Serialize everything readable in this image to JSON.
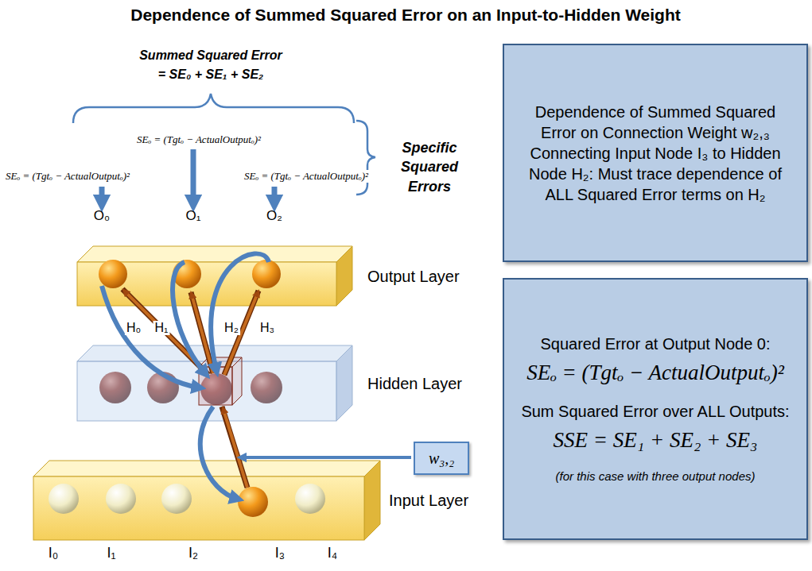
{
  "diagram": {
    "title": "Dependence of Summed Squared Error on an Input-to-Hidden Weight",
    "nodes": [
      {
        "text": [
          "Dependence of Summed Squared Error on Connection Weight w₂,₃ Connecting Input Node I₃ to Hidden Node H₂: Must trace dependence of ALL Squared Error terms on H₂"
        ]
      },
      {
        "text": [
          "Squared Error at Output Node 0:",
          "SEₒ = (Tgtₒ − ActualOutputₒ)²",
          "Sum Squared Error over ALL Outputs:",
          "SSE = SE₁ + SE₂ + SE₃",
          "(for this case with three output nodes)"
        ]
      },
      {
        "text": [
          "w₃,₂"
        ]
      },
      {
        "text": [
          "Output Layer"
        ]
      },
      {
        "text": [
          "Hidden Layer"
        ]
      },
      {
        "text": [
          "Input Layer"
        ]
      }
    ],
    "labels": [
      "Summed Squared Error",
      "= SE₀ + SE₁ + SE₂",
      "SEₒ = (Tgtₒ − ActualOutputₒ)²",
      "SEₒ = (Tgtₒ − ActualOutputₒ)²",
      "SEₒ = (Tgtₒ − ActualOutputₒ)²",
      "O₀",
      "O₁",
      "O₂",
      "Specific Squared Errors",
      "H₀",
      "H₁",
      "H₂",
      "H₃",
      "I₀",
      "I₁",
      "I₂",
      "I₃",
      "I₄"
    ]
  }
}
